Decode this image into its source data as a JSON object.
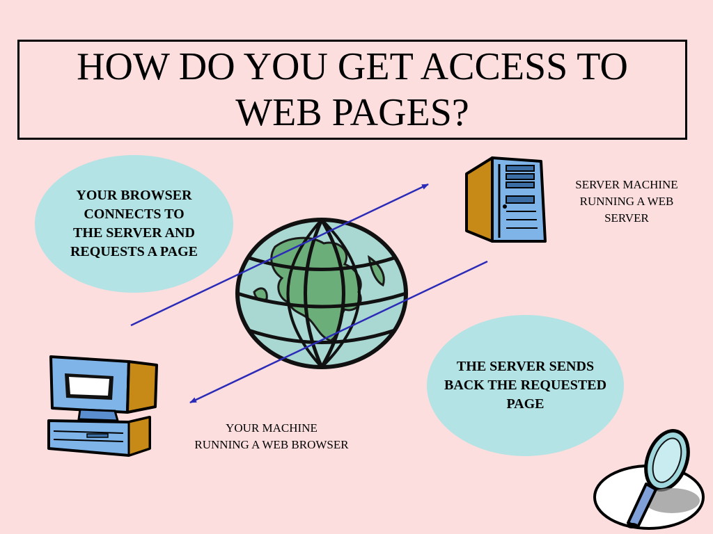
{
  "title": "HOW DO YOU GET ACCESS TO WEB PAGES?",
  "bubbles": {
    "browser_request": "YOUR BROWSER\n CONNECTS TO\nTHE SERVER AND\nREQUESTS A PAGE",
    "server_response": "THE SERVER SENDS\nBACK THE REQUESTED\nPAGE"
  },
  "captions": {
    "server": "SERVER MACHINE\nRUNNING A WEB\nSERVER",
    "client": "YOUR MACHINE\nRUNNING A WEB BROWSER"
  },
  "colors": {
    "background": "#fcdede",
    "bubble": "#b3e3e4",
    "arrow": "#2b2bb8"
  },
  "icons": [
    "globe-icon",
    "server-computer-icon",
    "desktop-computer-icon",
    "magnifying-glass-icon"
  ]
}
